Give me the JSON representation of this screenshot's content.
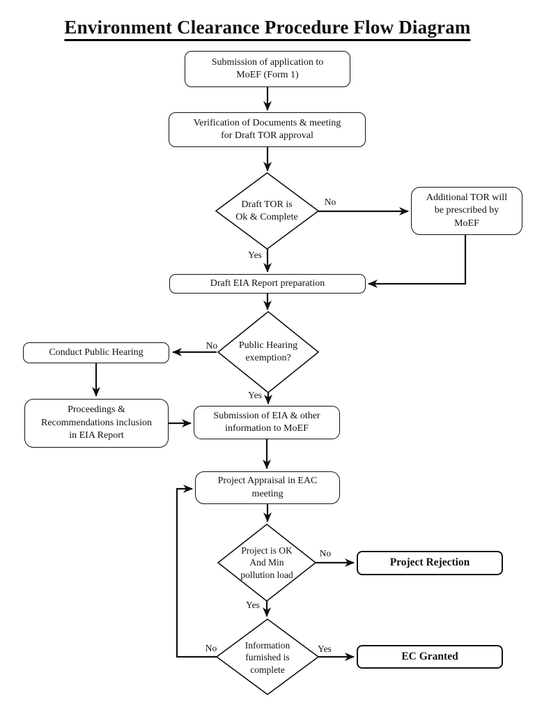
{
  "title": "Environment Clearance Procedure Flow Diagram",
  "colors": {
    "ink": "#111111",
    "background": "#ffffff"
  },
  "edge_labels": {
    "yes": "Yes",
    "no": "No"
  },
  "nodes": {
    "submission_application": "Submission of application to\nMoEF (Form 1)",
    "verification_documents": "Verification of Documents & meeting\nfor Draft TOR approval",
    "draft_tor_ok": "Draft TOR is\nOk & Complete",
    "additional_tor": "Additional TOR will\nbe prescribed by\nMoEF",
    "draft_eia": "Draft EIA Report preparation",
    "public_hearing_exemption": "Public Hearing\nexemption?",
    "conduct_public_hearing": "Conduct Public Hearing",
    "proceedings": "Proceedings &\nRecommendations inclusion\nin EIA Report",
    "submission_eia": "Submission of EIA & other\ninformation to MoEF",
    "project_appraisal": "Project Appraisal in EAC\nmeeting",
    "project_ok": "Project is OK\nAnd Min\npollution load",
    "project_rejection": "Project Rejection",
    "information_furnished": "Information\nfurnished is\ncomplete",
    "ec_granted": "EC Granted"
  }
}
